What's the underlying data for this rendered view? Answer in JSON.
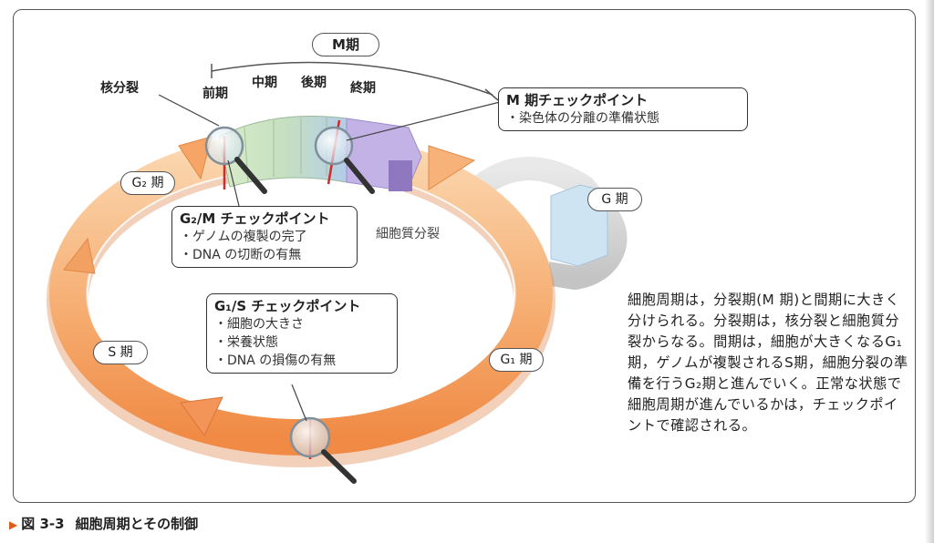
{
  "title": "M期",
  "phases": {
    "karyokinesis": "核分裂",
    "prophase": "前期",
    "metaphase": "中期",
    "anaphase": "後期",
    "telophase": "終期"
  },
  "cytokinesis": "細胞質分裂",
  "stages": {
    "g2": "G₂ 期",
    "g0": "G 期",
    "s": "S 期",
    "g1": "G₁ 期"
  },
  "checkpoints": {
    "m": {
      "title": "M 期チェックポイント",
      "items": [
        "・染色体の分離の準備状態"
      ]
    },
    "g2m": {
      "title": "G₂/M チェックポイント",
      "items": [
        "・ゲノムの複製の完了",
        "・DNA の切断の有無"
      ]
    },
    "g1s": {
      "title": "G₁/S チェックポイント",
      "items": [
        "・細胞の大きさ",
        "・栄養状態",
        "・DNA の損傷の有無"
      ]
    }
  },
  "description": "細胞周期は，分裂期(M 期)と間期に大きく分けられる。分裂期は，核分裂と細胞質分裂からなる。間期は，細胞が大きくなるG₁期，ゲノムが複製されるS期，細胞分裂の準備を行うG₂期と進んでいく。正常な状態で細胞周期が進んでいるかは，チェックポイントで確認される。",
  "caption": {
    "figure_number": "図 3-3",
    "text": "細胞周期とその制御"
  },
  "colors": {
    "ring_orange": "#f5a060",
    "ring_light": "#fbd3a8",
    "ring_dark": "#d9773a",
    "mitosis_green": "#cfe7c0",
    "mitosis_blue": "#b9d3ef",
    "cytokinesis_purple": "#b9a6e0",
    "g0_grey": "#d8d8d8",
    "g0_blue": "#cfe4f2",
    "checkpoint_red": "#d22b2b",
    "accent_orange": "#e05a1a"
  }
}
